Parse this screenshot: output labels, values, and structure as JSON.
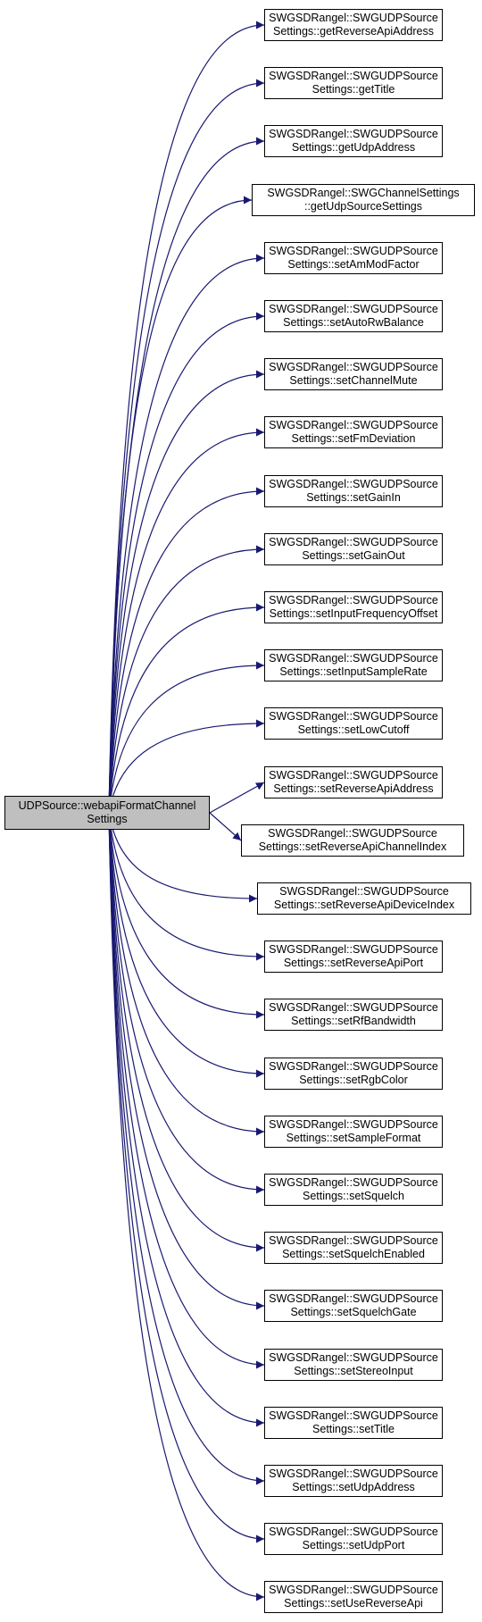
{
  "root": {
    "line1": "UDPSource::webapiFormatChannel",
    "line2": "Settings"
  },
  "callees": [
    {
      "line1": "SWGSDRangel::SWGUDPSource",
      "line2": "Settings::getReverseApiAddress"
    },
    {
      "line1": "SWGSDRangel::SWGUDPSource",
      "line2": "Settings::getTitle"
    },
    {
      "line1": "SWGSDRangel::SWGUDPSource",
      "line2": "Settings::getUdpAddress"
    },
    {
      "line1": "SWGSDRangel::SWGChannelSettings",
      "line2": "::getUdpSourceSettings"
    },
    {
      "line1": "SWGSDRangel::SWGUDPSource",
      "line2": "Settings::setAmModFactor"
    },
    {
      "line1": "SWGSDRangel::SWGUDPSource",
      "line2": "Settings::setAutoRwBalance"
    },
    {
      "line1": "SWGSDRangel::SWGUDPSource",
      "line2": "Settings::setChannelMute"
    },
    {
      "line1": "SWGSDRangel::SWGUDPSource",
      "line2": "Settings::setFmDeviation"
    },
    {
      "line1": "SWGSDRangel::SWGUDPSource",
      "line2": "Settings::setGainIn"
    },
    {
      "line1": "SWGSDRangel::SWGUDPSource",
      "line2": "Settings::setGainOut"
    },
    {
      "line1": "SWGSDRangel::SWGUDPSource",
      "line2": "Settings::setInputFrequencyOffset"
    },
    {
      "line1": "SWGSDRangel::SWGUDPSource",
      "line2": "Settings::setInputSampleRate"
    },
    {
      "line1": "SWGSDRangel::SWGUDPSource",
      "line2": "Settings::setLowCutoff"
    },
    {
      "line1": "SWGSDRangel::SWGUDPSource",
      "line2": "Settings::setReverseApiAddress"
    },
    {
      "line1": "SWGSDRangel::SWGUDPSource",
      "line2": "Settings::setReverseApiChannelIndex"
    },
    {
      "line1": "SWGSDRangel::SWGUDPSource",
      "line2": "Settings::setReverseApiDeviceIndex"
    },
    {
      "line1": "SWGSDRangel::SWGUDPSource",
      "line2": "Settings::setReverseApiPort"
    },
    {
      "line1": "SWGSDRangel::SWGUDPSource",
      "line2": "Settings::setRfBandwidth"
    },
    {
      "line1": "SWGSDRangel::SWGUDPSource",
      "line2": "Settings::setRgbColor"
    },
    {
      "line1": "SWGSDRangel::SWGUDPSource",
      "line2": "Settings::setSampleFormat"
    },
    {
      "line1": "SWGSDRangel::SWGUDPSource",
      "line2": "Settings::setSquelch"
    },
    {
      "line1": "SWGSDRangel::SWGUDPSource",
      "line2": "Settings::setSquelchEnabled"
    },
    {
      "line1": "SWGSDRangel::SWGUDPSource",
      "line2": "Settings::setSquelchGate"
    },
    {
      "line1": "SWGSDRangel::SWGUDPSource",
      "line2": "Settings::setStereoInput"
    },
    {
      "line1": "SWGSDRangel::SWGUDPSource",
      "line2": "Settings::setTitle"
    },
    {
      "line1": "SWGSDRangel::SWGUDPSource",
      "line2": "Settings::setUdpAddress"
    },
    {
      "line1": "SWGSDRangel::SWGUDPSource",
      "line2": "Settings::setUdpPort"
    },
    {
      "line1": "SWGSDRangel::SWGUDPSource",
      "line2": "Settings::setUseReverseApi"
    }
  ],
  "colors": {
    "edge": "#191970",
    "root_fill": "#bfbfbf",
    "node_border": "#000000"
  }
}
